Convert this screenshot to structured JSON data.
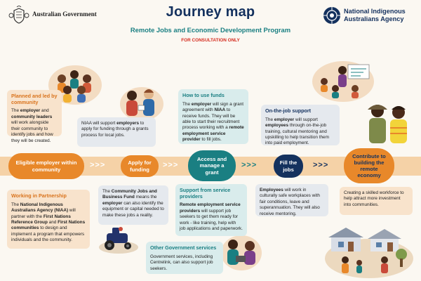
{
  "header": {
    "gov_name": "Australian Government",
    "title": "Journey map",
    "subtitle": "Remote Jobs and Economic Development Program",
    "consultation": "FOR CONSULTATION ONLY",
    "agency_line1": "National Indigenous",
    "agency_line2": "Australians Agency"
  },
  "colors": {
    "orange": "#e8882a",
    "teal": "#1a7f82",
    "navy": "#14315e",
    "light_teal_box": "#d9ecec",
    "light_grey_box": "#e5e9ee",
    "light_orange_box": "#f8e3cc",
    "band": "#f5d2a7",
    "red": "#d52b1e"
  },
  "steps": [
    {
      "id": "eligible",
      "label": "Eligible employer within community"
    },
    {
      "id": "apply",
      "label": "Apply for funding"
    },
    {
      "id": "access",
      "label": "Access and manage a grant"
    },
    {
      "id": "fill",
      "label": "Fill the jobs"
    },
    {
      "id": "contribute",
      "label": "Contribute to building the remote economy"
    }
  ],
  "chevrons": ">>>",
  "boxes": {
    "planned": {
      "heading": "Planned and led by community",
      "t1": "The ",
      "b1": "employer",
      "t2": " and ",
      "b2": "community leaders",
      "t3": " will work alongside their community to identify jobs and how they will be created."
    },
    "niaa_support": {
      "t1": "NIAA will support ",
      "b1": "employers",
      "t2": " to apply for funding through a grants process for local jobs."
    },
    "how_to_use": {
      "heading": "How to use funds",
      "t1": "The ",
      "b1": "employer",
      "t2": " will sign a grant agreement with ",
      "b2": "NIAA",
      "t3": " to receive funds. They will be able to start their recruitment process working with a ",
      "b3": "remote employment service provider",
      "t4": " to fill jobs."
    },
    "on_the_job": {
      "heading": "On-the-job support",
      "t1": "The ",
      "b1": "employer",
      "t2": " will support ",
      "b2": "employees",
      "t3": " through on-the-job training, cultural mentoring and upskilling to help transition them into paid employment."
    },
    "partnership": {
      "heading": "Working in Partnership",
      "t1": "The ",
      "b1": "National Indigenous Australians Agency (NIAA)",
      "t2": " will partner with the ",
      "b2": "First Nations Reference Group",
      "t3": " and ",
      "b3": "First Nations communities",
      "t4": " to design and implement a program that empowers individuals and the community."
    },
    "business_fund": {
      "t1": "The ",
      "b1": "Community Jobs and Business Fund",
      "t2": " means the ",
      "b2": "employer",
      "t3": " can also identify the equipment or capital needed to make these jobs a reality."
    },
    "service_providers": {
      "heading": "Support from service providers",
      "b1": "Remote employment service providers",
      "t1": " will support job seekers to get them ready for work - like training, help with job applications and paperwork."
    },
    "other_gov": {
      "heading": "Other Government services",
      "text": "Government services, including Centrelink, can also support job seekers."
    },
    "employees_work": {
      "b1": "Employees",
      "t1": " will work in culturally safe workplaces with fair conditions, leave and superannuation. They will also receive mentoring."
    },
    "skilled": {
      "text": "Creating a skilled workforce to help attract more investment into communities."
    }
  },
  "illustrations": [
    "community-meeting-illustration",
    "support-workers-illustration",
    "classroom-illustration",
    "ranger-workers-illustration",
    "ride-on-mower-illustration",
    "mentoring-illustration",
    "community-houses-illustration"
  ]
}
